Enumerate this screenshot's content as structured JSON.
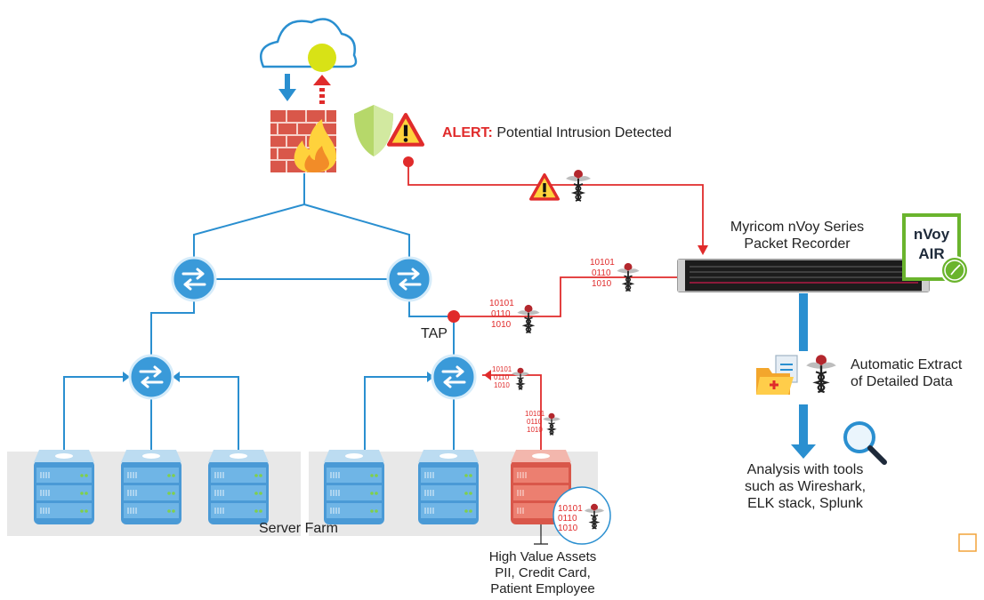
{
  "alert": {
    "prefix": "ALERT:",
    "message": "Potential Intrusion Detected"
  },
  "recorder": {
    "line1": "Myricom nVoy Series",
    "line2": "Packet Recorder"
  },
  "badge": {
    "line1": "nVoy",
    "line2": "AIR",
    "color": "#6ab42d"
  },
  "tap_label": "TAP",
  "server_farm_label": "Server Farm",
  "extract": {
    "line1": "Automatic Extract",
    "line2": "of Detailed Data"
  },
  "analysis": {
    "line1": "Analysis with tools",
    "line2": "such as Wireshark,",
    "line3": "ELK stack, Splunk"
  },
  "assets": {
    "line1": "High Value Assets",
    "line2": "PII, Credit Card,",
    "line3": "Patient Employee"
  },
  "bits": {
    "a": "10101",
    "b": "0110",
    "c": "1010"
  },
  "colors": {
    "network_line": "#2a8fd0",
    "alert_line": "#e02b2b",
    "switch": "#3a9ad9",
    "server": "#5aa8de",
    "server_hva": "#e8705e",
    "farm_bg": "#e8e8e8"
  }
}
